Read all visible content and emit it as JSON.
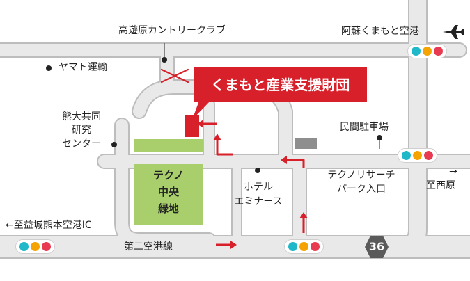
{
  "map": {
    "title": "くまもと産業支援財団",
    "labels": {
      "country_club": "高遊原カントリークラブ",
      "yamato": "ヤマト運輸",
      "kumadai_line1": "熊大共同",
      "kumadai_line2": "研究",
      "kumadai_line3": "センター",
      "techno_green_line1": "テクノ",
      "techno_green_line2": "中央",
      "techno_green_line3": "緑地",
      "hotel_line1": "ホテル",
      "hotel_line2": "エミナース",
      "parking": "民間駐車場",
      "research_park_line1": "テクノリサーチ",
      "research_park_line2": "パーク入口",
      "airport": "阿蘇くまもと空港",
      "to_nishihara_arrow": "→",
      "to_nishihara": "至西原",
      "to_mashiki": "←至益城熊本空港IC",
      "road_name": "第二空港線",
      "route_number": "36"
    },
    "icons": [
      "airplane-icon",
      "traffic-signal-icon",
      "route-shield-icon",
      "red-arrow-icon",
      "closed-x-icon"
    ],
    "colors": {
      "road": "#e9e9e9",
      "road_edge": "#bdbdbd",
      "background": "#ffffff",
      "green_area": "#a8cf6c",
      "accent_red": "#d8202a",
      "parking_gray": "#8e8e8e",
      "route_shield": "#5a5a5a"
    }
  }
}
